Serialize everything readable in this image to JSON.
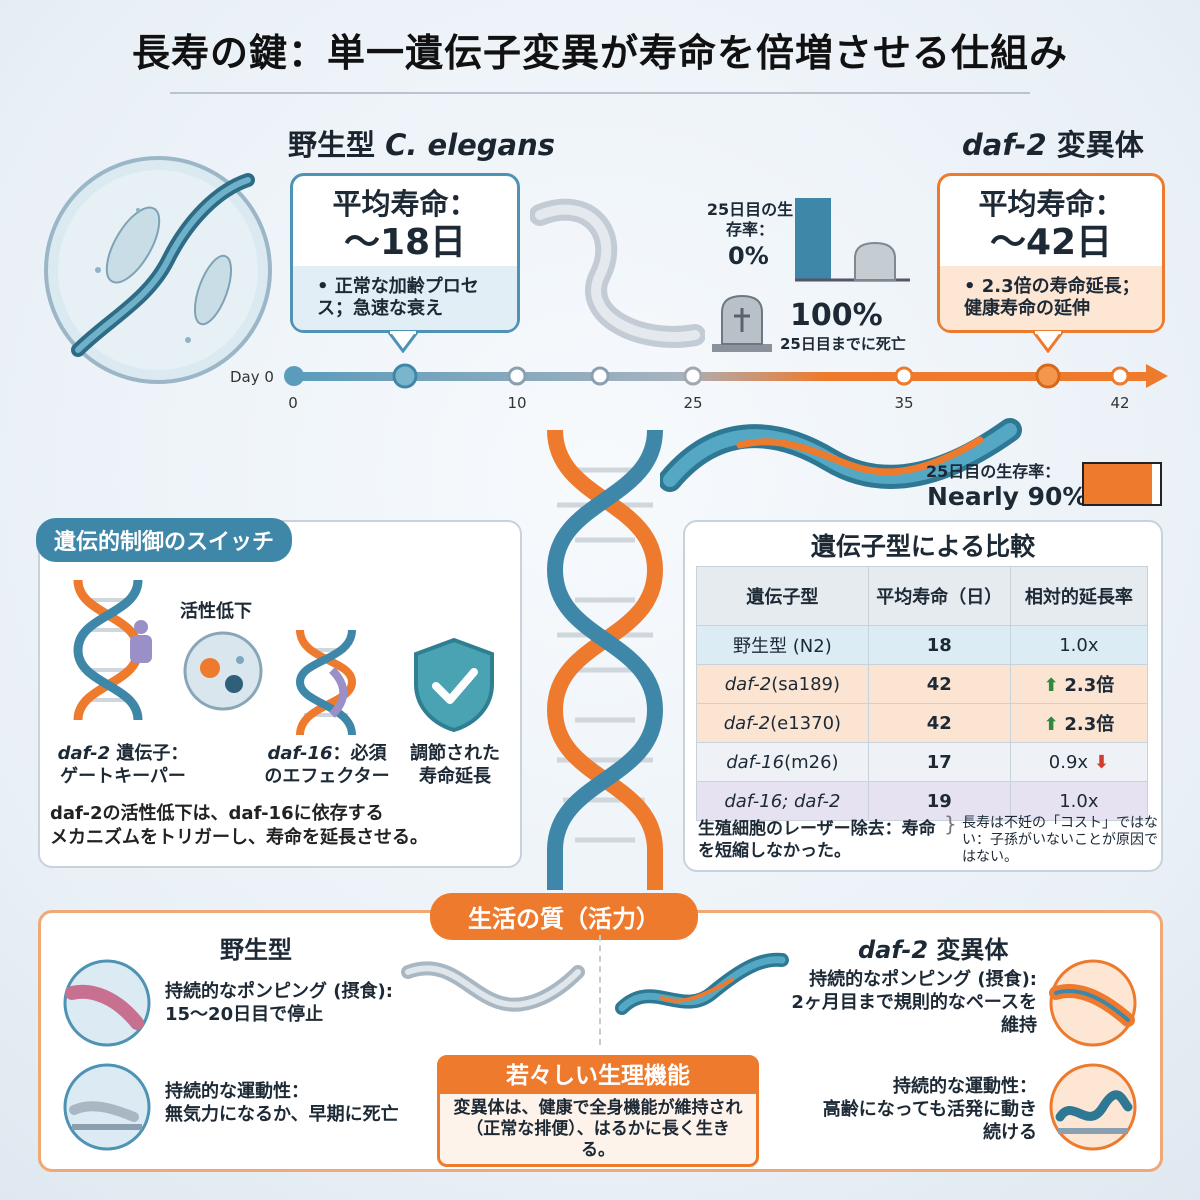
{
  "title": "長寿の鍵：単一遺伝子変異が寿命を倍増させる仕組み",
  "wild": {
    "header_prefix": "野生型",
    "header_species": "C. elegans",
    "callout_title": "平均寿命：",
    "callout_value": "〜18日",
    "callout_note": "• 正常な加齢プロセス；急速な衰え"
  },
  "mutant": {
    "header_gene": "daf-2",
    "header_suffix": "変異体",
    "callout_title": "平均寿命：",
    "callout_value": "〜42日",
    "callout_note": "• 2.3倍の寿命延長；健康寿命の延伸"
  },
  "survival_day25": {
    "label": "25日目の生存率：",
    "wild_value": "0%",
    "death_percent": "100%",
    "death_label": "25日目までに死亡",
    "mutant_label": "25日目の生存率：",
    "mutant_value": "Nearly 90%",
    "mutant_fraction": 0.9
  },
  "timeline": {
    "start_label": "Day 0",
    "ticks": [
      "0",
      "10",
      "25",
      "35",
      "42"
    ]
  },
  "switch_panel": {
    "title": "遺伝的制御のスイッチ",
    "activity_label": "活性低下",
    "item1_gene": "daf-2",
    "item1_text": "遺伝子：",
    "item1_text2": "ゲートキーパー",
    "item2_gene": "daf-16",
    "item2_text": "：必須",
    "item2_text2": "のエフェクター",
    "item3_text": "調節された",
    "item3_text2": "寿命延長",
    "summary1": "daf-2の活性低下は、daf-16に依存する",
    "summary2": "メカニズムをトリガーし、寿命を延長させる。"
  },
  "comparison": {
    "title": "遺伝子型による比較",
    "headers": [
      "遺伝子型",
      "平均寿命（日）",
      "相対的延長率"
    ],
    "rows": [
      {
        "genotype": "野生型 (N2)",
        "lifespan": "18",
        "ratio": "1.0x"
      },
      {
        "genotype_gene": "daf-2",
        "genotype_allele": "(sa189)",
        "lifespan": "42",
        "ratio": "2.3倍"
      },
      {
        "genotype_gene": "daf-2",
        "genotype_allele": "(e1370)",
        "lifespan": "42",
        "ratio": "2.3倍"
      },
      {
        "genotype_gene": "daf-16",
        "genotype_allele": "(m26)",
        "lifespan": "17",
        "ratio": "0.9x"
      },
      {
        "genotype": "daf-16; daf-2",
        "lifespan": "19",
        "ratio": "1.0x"
      }
    ],
    "note_left": "生殖細胞のレーザー除去：寿命を短縮しなかった。",
    "note_right": "長寿は不妊の「コスト」ではない：子孫がいないことが原因ではない。"
  },
  "quality": {
    "title": "生活の質（活力）",
    "wild_header": "野生型",
    "mutant_gene": "daf-2",
    "mutant_header": "変異体",
    "wild_pump_title": "持続的なポンピング (摂食):",
    "wild_pump_text": "15〜20日目で停止",
    "wild_motion_title": "持続的な運動性：",
    "wild_motion_text": "無気力になるか、早期に死亡",
    "mutant_pump_title": "持続的なポンピング (摂食):",
    "mutant_pump_text": "2ヶ月目まで規則的なペースを維持",
    "mutant_motion_title": "持続的な運動性：",
    "mutant_motion_text": "高齢になっても活発に動き続ける",
    "center_title": "若々しい生理機能",
    "center_text": "変異体は、健康で全身機能が維持され（正常な排便）、はるかに長く生きる。"
  },
  "colors": {
    "blue": "#4e93b3",
    "orange": "#ee7a2e",
    "up_green": "#2f8a3c",
    "down_red": "#d23b2e"
  }
}
